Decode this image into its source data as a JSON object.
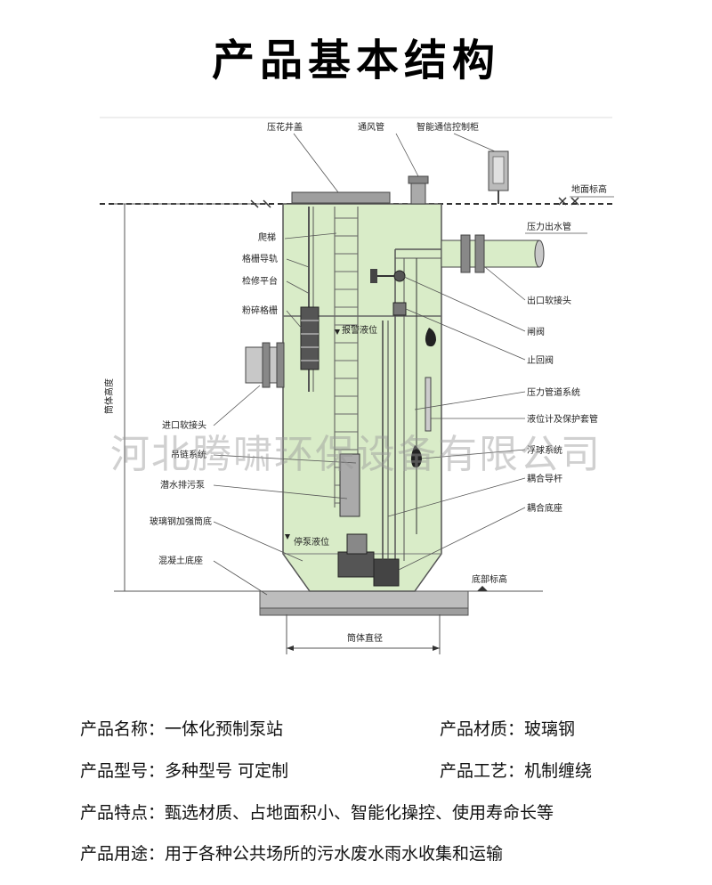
{
  "title": "产品基本结构",
  "watermark": "河北腾啸环保设备有限公司",
  "diagram": {
    "labels": {
      "top_cover": "压花井盖",
      "vent_pipe": "通风管",
      "control_cabinet": "智能通信控制柜",
      "ground_level": "地面标高",
      "pressure_outlet": "压力出水管",
      "ladder": "爬梯",
      "grille_rail": "格栅导轨",
      "service_platform": "检修平台",
      "crushing_grille": "粉碎格栅",
      "alarm_level": "报警液位",
      "outlet_soft_joint": "出口软接头",
      "gate_valve": "闸阀",
      "check_valve": "止回阀",
      "pressure_pipe_system": "压力管道系统",
      "level_gauge": "液位计及保护套管",
      "float_system": "浮球系统",
      "coupling_rod": "耦合导杆",
      "coupling_base": "耦合底座",
      "inlet_soft_joint": "进口软接头",
      "lifting_system": "吊链系统",
      "submersible_pump": "潜水排污泵",
      "frp_bottom": "玻璃钢加强筒底",
      "stop_level": "停泵液位",
      "concrete_base": "混凝土底座",
      "bottom_level": "底部标高",
      "barrel_height": "筒体高度",
      "barrel_diameter": "筒体直径"
    }
  },
  "info": {
    "name_label": "产品名称：",
    "name_value": "一体化预制泵站",
    "material_label": "产品材质：",
    "material_value": "玻璃钢",
    "model_label": "产品型号：",
    "model_value": "多种型号 可定制",
    "process_label": "产品工艺：",
    "process_value": "机制缠绕",
    "feature_label": "产品特点：",
    "feature_value": "甄选材质、占地面积小、智能化操控、使用寿命长等",
    "usage_label": "产品用途：",
    "usage_value": "用于各种公共场所的污水废水雨水收集和运输"
  }
}
